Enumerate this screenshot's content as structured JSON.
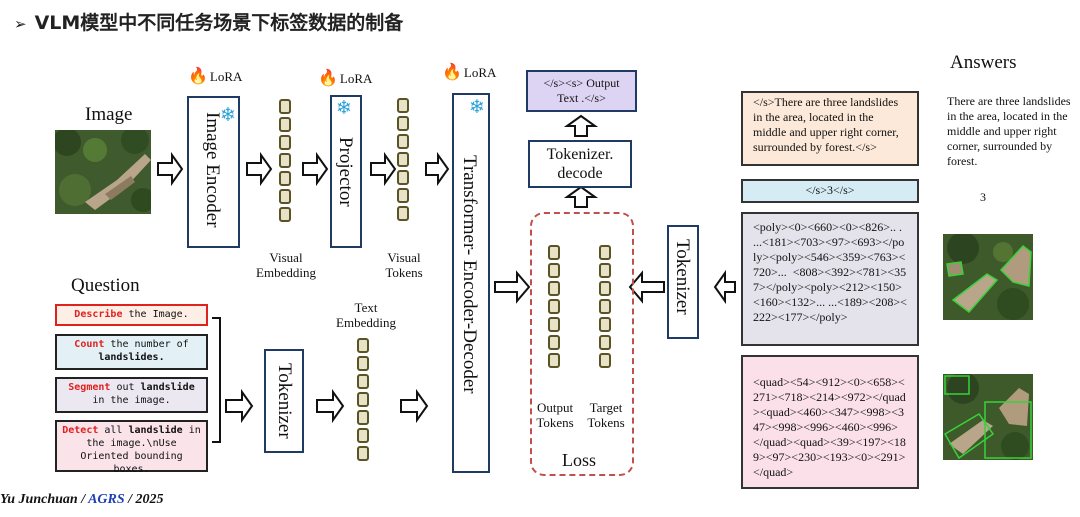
{
  "title": "VLM模型中不同任务场景下标签数据的制备",
  "title_marker": "➢",
  "labels": {
    "image": "Image",
    "question": "Question",
    "answers": "Answers",
    "visual_embedding": "Visual\nEmbedding",
    "visual_tokens": "Visual\nTokens",
    "text_embedding": "Text\nEmbedding",
    "output_tokens": "Output\nTokens",
    "target_tokens": "Target\nTokens",
    "loss": "Loss",
    "lora": "LoRA"
  },
  "modules": {
    "image_encoder": "Image Encoder",
    "projector": "Projector",
    "transformer": "Transformer- Encoder-Decoder",
    "tokenizer_left": "Tokenizer",
    "tokenizer_right": "Tokenizer",
    "decode": "Tokenizer.\ndecode",
    "output_text": "</s><s> Output\nText .</s>"
  },
  "questions": [
    {
      "kw": "Describe",
      "rest": " the Image.",
      "bold": "",
      "tail": "",
      "bg": "#fdeee6",
      "border": "#e0221e"
    },
    {
      "kw": "Count",
      "rest": " the number of\n",
      "bold": "landslides.",
      "tail": "",
      "bg": "#e3f1f7",
      "border": "#333333"
    },
    {
      "kw": "Segment",
      "rest": " out ",
      "bold": "landslide",
      "tail": "\nin the image.",
      "bg": "#ebe8f2",
      "border": "#333333"
    },
    {
      "kw": "Detect",
      "rest": " all ",
      "bold": "landslide",
      "tail": " in\nthe image.\\nUse\nOriented bounding boxes.",
      "bg": "#fbe3ea",
      "border": "#333333"
    }
  ],
  "answer_boxes": [
    {
      "text": "</s>There are three landslides in the area, located in the middle and upper right corner, surrounded by forest.</s>",
      "bg": "#fde9d9"
    },
    {
      "text": "</s>3</s>",
      "bg": "#d6ecf5"
    },
    {
      "text": "<poly><0><660><0><826>.. . ...<181><703><97><693></poly><poly><546><359><763><720>...  <808><392><781><357></poly><poly><212><150><160><132>... ...<189><208><222><177></poly>",
      "bg": "#e4e2ea"
    },
    {
      "text": "<quad><54><912><0><658><271><718><214><972></quad><quad><460><347><998><347><998><996><460><996></quad><quad><39><197><189><97><230><193><0><291></quad>",
      "bg": "#fbe0ea"
    }
  ],
  "answers_text": {
    "describe": "There are three landslides in the area, located in the middle and upper right corner, surrounded by forest.",
    "count": "3"
  },
  "footer": {
    "author": "Yu Junchuan / ",
    "venue": "AGRS",
    "year": " / 2025"
  },
  "colors": {
    "module_border": "#1f3a64",
    "loss_border": "#c0504d",
    "output_text_bg": "#ddd3f3",
    "token_fill": "#e8e2c6",
    "token_border": "#5a5326",
    "keyword_red": "#e0221e",
    "mask_green": "#39d13a"
  }
}
